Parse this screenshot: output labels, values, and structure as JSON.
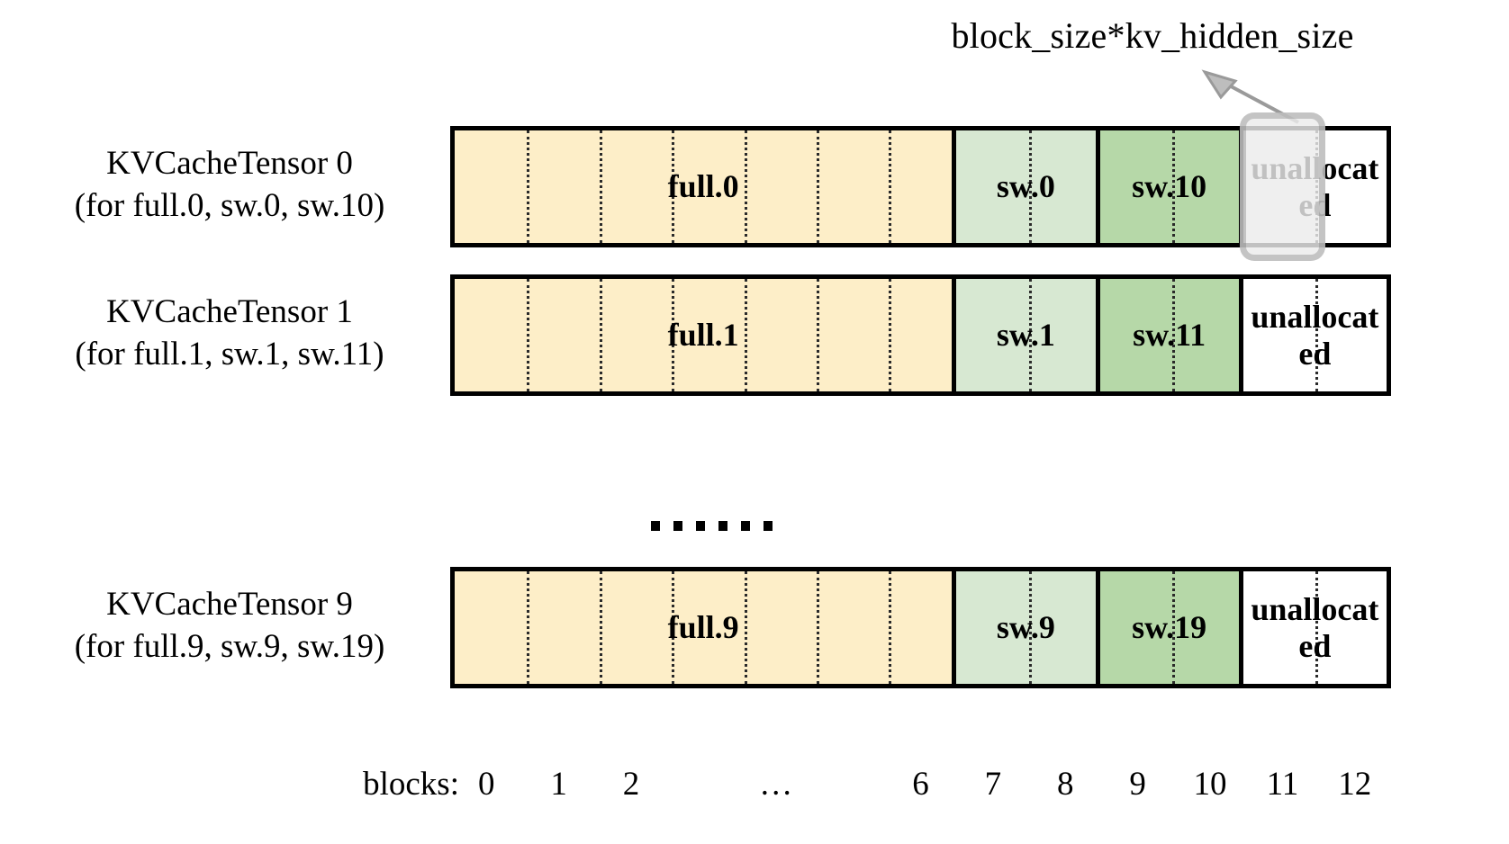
{
  "annotation": {
    "label": "block_size*kv_hidden_size",
    "arrow_icon": "arrow-up-right-icon",
    "target_block": "11"
  },
  "colors": {
    "full_fill": "#fdeec8",
    "sw_light_fill": "#d7e8d2",
    "sw_dark_fill": "#b6d8a8",
    "unallocated_fill": "#ffffff",
    "border": "#000000",
    "divider": "#2a2a2a",
    "highlight_stroke": "#828282",
    "highlight_fill": "#ececec"
  },
  "rows": [
    {
      "title": "KVCacheTensor 0",
      "subtitle": "(for full.0, sw.0, sw.10)",
      "segments": [
        {
          "label": "full.0",
          "kind": "full",
          "blocks": 7
        },
        {
          "label": "sw.0",
          "kind": "sw-light",
          "blocks": 2
        },
        {
          "label": "sw.10",
          "kind": "sw-dark",
          "blocks": 2
        },
        {
          "label": "unallocated",
          "kind": "unallocated",
          "blocks": 2
        }
      ],
      "highlighted": true
    },
    {
      "title": "KVCacheTensor 1",
      "subtitle": "(for full.1, sw.1, sw.11)",
      "segments": [
        {
          "label": "full.1",
          "kind": "full",
          "blocks": 7
        },
        {
          "label": "sw.1",
          "kind": "sw-light",
          "blocks": 2
        },
        {
          "label": "sw.11",
          "kind": "sw-dark",
          "blocks": 2
        },
        {
          "label": "unallocated",
          "kind": "unallocated",
          "blocks": 2
        }
      ],
      "highlighted": false
    },
    {
      "title": "KVCacheTensor 9",
      "subtitle": "(for full.9, sw.9, sw.19)",
      "segments": [
        {
          "label": "full.9",
          "kind": "full",
          "blocks": 7
        },
        {
          "label": "sw.9",
          "kind": "sw-light",
          "blocks": 2
        },
        {
          "label": "sw.19",
          "kind": "sw-dark",
          "blocks": 2
        },
        {
          "label": "unallocated",
          "kind": "unallocated",
          "blocks": 2
        }
      ],
      "highlighted": false
    }
  ],
  "vertical_ellipsis": "……",
  "axis": {
    "title": "blocks:",
    "ticks": [
      "0",
      "1",
      "2",
      "…",
      "6",
      "7",
      "8",
      "9",
      "10",
      "11",
      "12"
    ],
    "tick_block_index": [
      0,
      1,
      2,
      4,
      6,
      7,
      8,
      9,
      10,
      11,
      12
    ]
  }
}
